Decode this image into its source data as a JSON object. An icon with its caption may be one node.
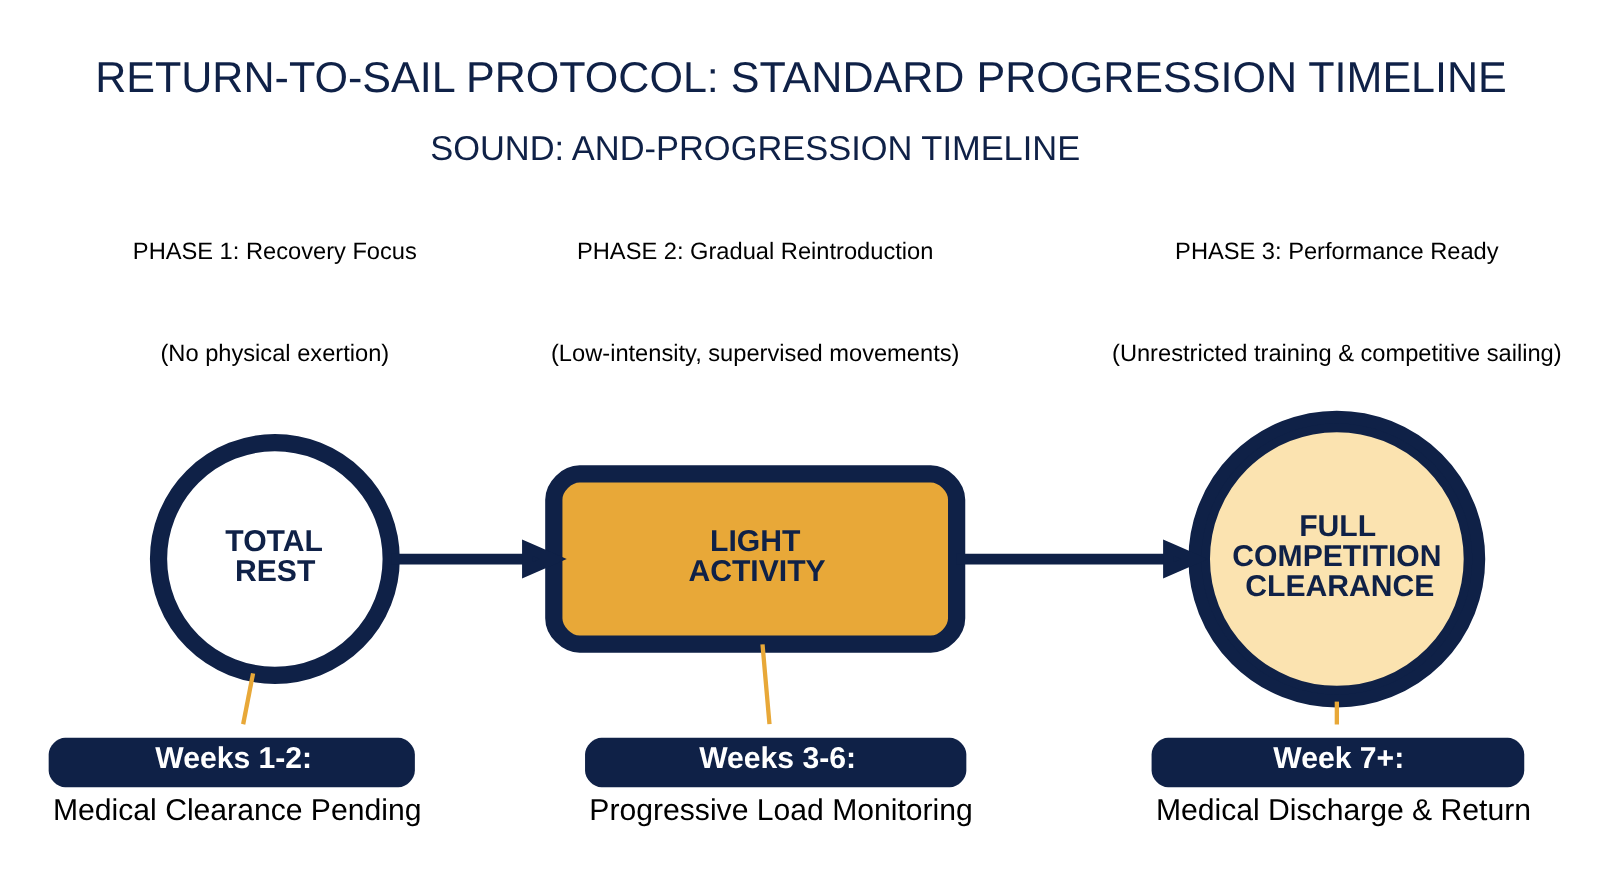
{
  "diagram": {
    "title": "RETURN-TO-SAIL PROTOCOL: STANDARD PROGRESSION TIMELINE",
    "nodes": [
      {
        "text": [
          "TOTAL REST"
        ]
      },
      {
        "text": [
          "LIGHT ACTIVITY"
        ]
      },
      {
        "text": [
          "FULL COMPETITION CLEARANCE"
        ]
      },
      {
        "text": [
          "Weeks 1-2:",
          "Medical Clearance Pending"
        ]
      },
      {
        "text": [
          "Weeks 3-6:",
          "Progressive Load Monitoring"
        ]
      },
      {
        "text": [
          "Week 7+:",
          "Medical Discharge & Return"
        ]
      }
    ],
    "edges": [
      {
        "from": 0,
        "to": 1,
        "arrow": "to",
        "style": "thick",
        "color": "#0f2147"
      },
      {
        "from": 1,
        "to": 2,
        "arrow": "to",
        "style": "thick",
        "color": "#0f2147"
      },
      {
        "from": 0,
        "to": 3,
        "arrow": "none"
      },
      {
        "from": 1,
        "to": 4,
        "arrow": "none"
      },
      {
        "from": 2,
        "to": 5,
        "arrow": "none"
      }
    ],
    "labels": [
      "SOUND: AND-PROGRESSION TIMELINE",
      "PHASE 1: Recovery Focus",
      "(No physical exertion)",
      "PHASE 2: Gradual Reintroduction",
      "(Low-intensity, supervised movements)",
      "PHASE 3: Performance Ready",
      "(Unrestricted training & competitive sailing)"
    ]
  }
}
